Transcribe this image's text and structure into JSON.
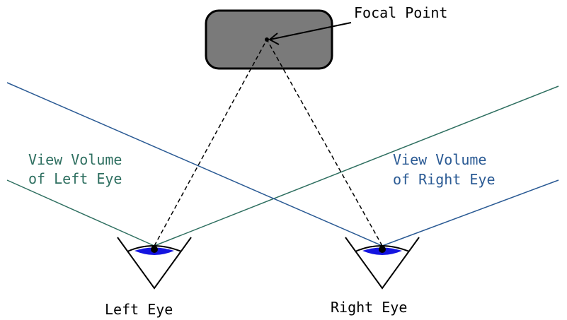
{
  "diagram": {
    "labels": {
      "focal_point": "Focal Point",
      "left_volume_line1": "View Volume",
      "left_volume_line2": "of Left Eye",
      "right_volume_line1": "View Volume",
      "right_volume_line2": "of Right Eye",
      "left_eye": "Left Eye",
      "right_eye": "Right Eye"
    },
    "colors": {
      "left_view_volume": "#2e6f60",
      "right_view_volume": "#2a5a94",
      "left_volume_text": "#2e6f60",
      "right_volume_text": "#2a5a94",
      "focal_object_fill": "#7a7a7a",
      "eye_iris": "#1414e0",
      "line_black": "#000000"
    }
  }
}
